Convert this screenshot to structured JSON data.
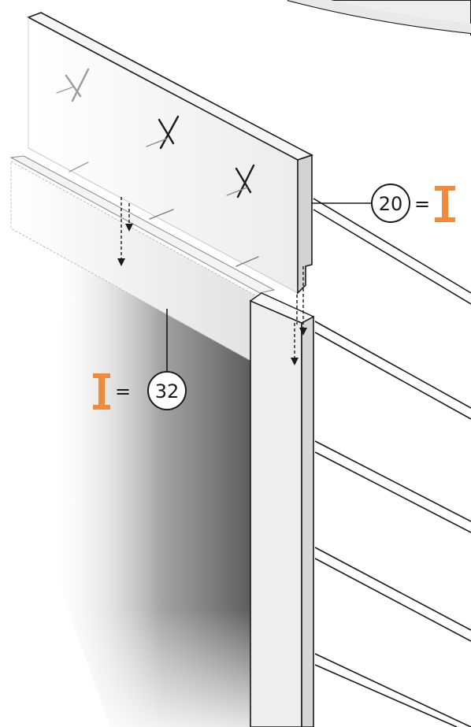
{
  "callouts": [
    {
      "id": "upper",
      "number": "20",
      "equals": "=",
      "icon": "orange-i-beam-icon"
    },
    {
      "id": "lower",
      "number": "32",
      "equals": "=",
      "icon": "orange-i-beam-icon"
    }
  ],
  "nail_marks": [
    "x-nail-mark",
    "x-nail-mark",
    "x-nail-mark"
  ],
  "colors": {
    "accent": "#F08A3C",
    "line": "#1a1a1a",
    "board_face": "#f2f2f2",
    "board_edge": "#d6d6d6",
    "shadow": "#6e6e6e"
  }
}
